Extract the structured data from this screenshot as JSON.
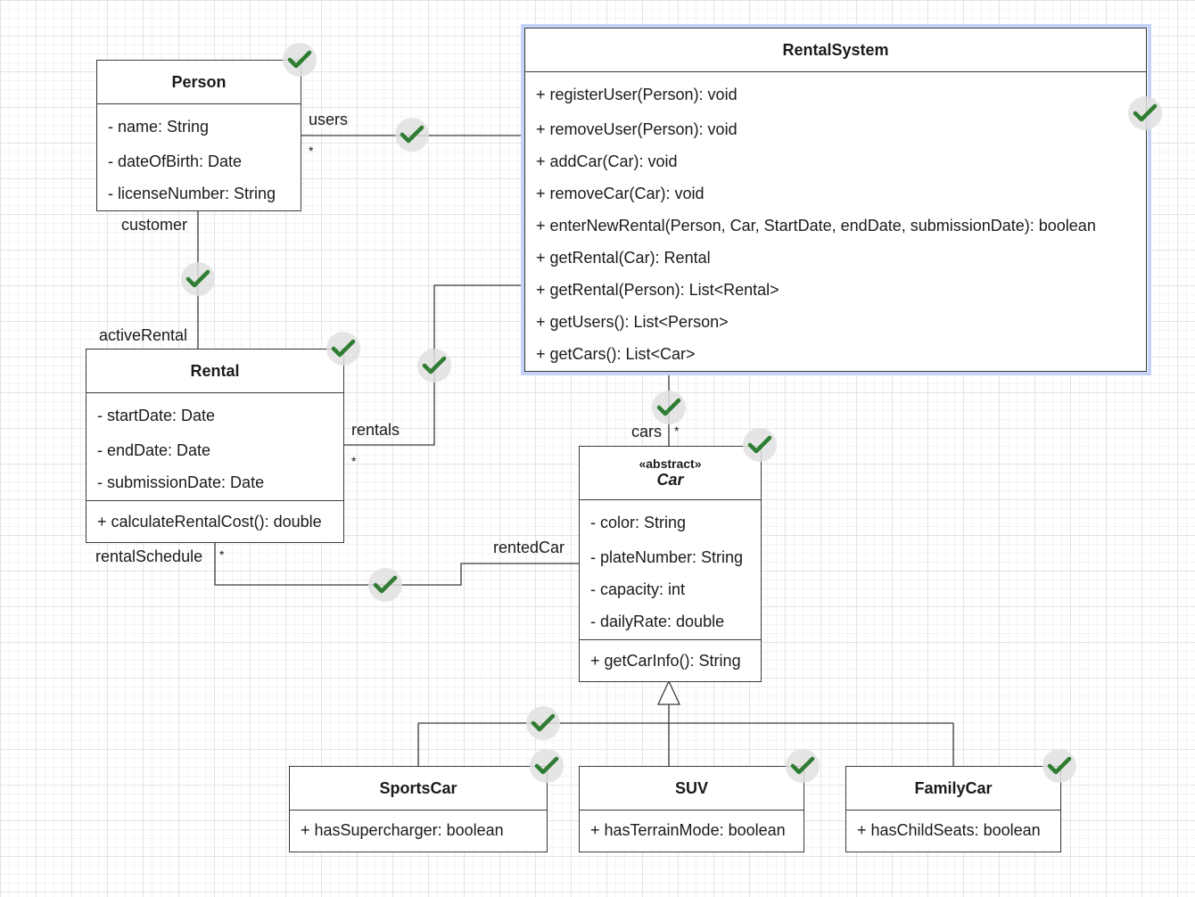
{
  "classes": {
    "person": {
      "name": "Person",
      "attributes": [
        "- name: String",
        "- dateOfBirth: Date",
        "- licenseNumber: String"
      ]
    },
    "rental_system": {
      "name": "RentalSystem",
      "methods": [
        "+ registerUser(Person): void",
        "+ removeUser(Person): void",
        "+ addCar(Car): void",
        "+ removeCar(Car): void",
        "+ enterNewRental(Person, Car, StartDate, endDate, submissionDate): boolean",
        "+ getRental(Car): Rental",
        "+ getRental(Person): List<Rental>",
        "+ getUsers(): List<Person>",
        "+ getCars(): List<Car>"
      ]
    },
    "rental": {
      "name": "Rental",
      "attributes": [
        "- startDate: Date",
        "- endDate: Date",
        "- submissionDate: Date"
      ],
      "methods": [
        "+ calculateRentalCost(): double"
      ]
    },
    "car": {
      "stereotype": "«abstract»",
      "name": "Car",
      "attributes": [
        "- color: String",
        "- plateNumber: String",
        "- capacity: int",
        "- dailyRate: double"
      ],
      "methods": [
        "+ getCarInfo(): String"
      ]
    },
    "sports_car": {
      "name": "SportsCar",
      "attributes": [
        "+ hasSupercharger: boolean"
      ]
    },
    "suv": {
      "name": "SUV",
      "attributes": [
        "+ hasTerrainMode: boolean"
      ]
    },
    "family_car": {
      "name": "FamilyCar",
      "attributes": [
        "+ hasChildSeats: boolean"
      ]
    }
  },
  "labels": {
    "users": "users",
    "users_mult": "*",
    "customer": "customer",
    "active_rental": "activeRental",
    "rentals": "rentals",
    "rentals_mult": "*",
    "cars": "cars",
    "cars_mult": "*",
    "rental_schedule": "rentalSchedule",
    "rental_schedule_mult": "*",
    "rented_car": "rentedCar"
  },
  "colors": {
    "check": "#2e7d32",
    "selection": "#c5d3f6",
    "line": "#3a3a3a"
  },
  "icons": {
    "check": "check-icon"
  }
}
